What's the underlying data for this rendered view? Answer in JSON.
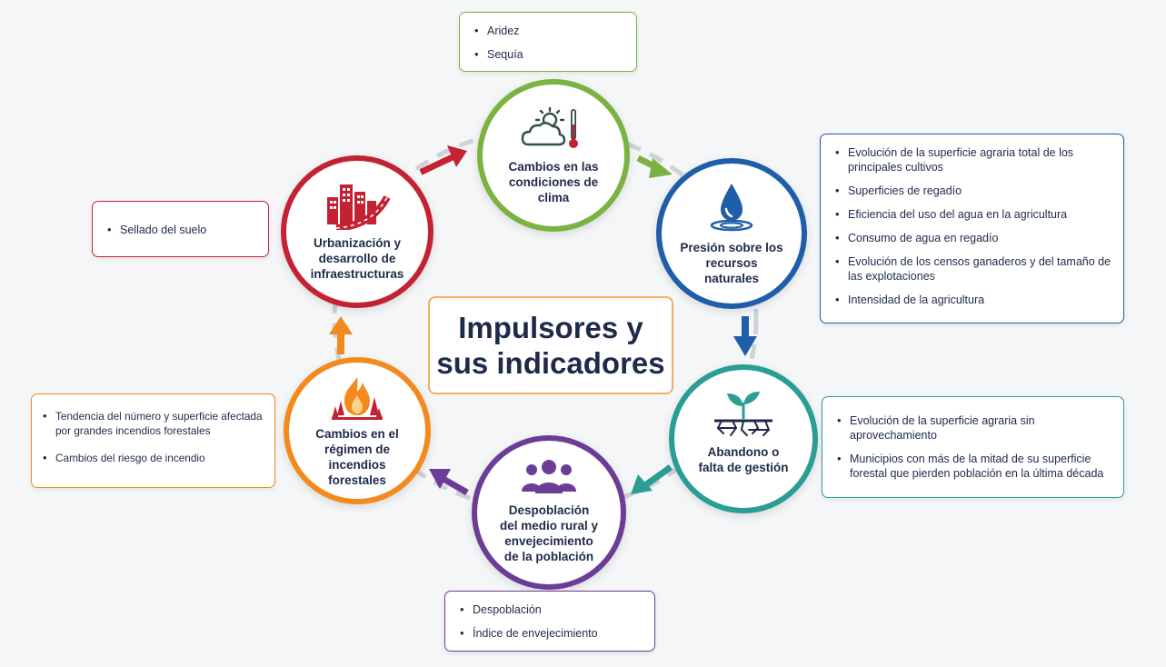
{
  "center_title": "Impulsores y\nsus indicadores",
  "colors": {
    "climate": "#7ab342",
    "water": "#1f5ea8",
    "abandon": "#2a9d95",
    "depop": "#6b3d96",
    "fire": "#f28a1e",
    "urban": "#c42232",
    "ring": "#cfd2d6",
    "text": "#1d2a4a"
  },
  "nodes": {
    "climate": {
      "label": "Cambios en las\ncondiciones de\nclima",
      "icon": "cloud-sun-thermometer-icon"
    },
    "water": {
      "label": "Presión sobre los\nrecursos\nnaturales",
      "icon": "water-drop-icon"
    },
    "abandon": {
      "label": "Abandono o\nfalta de gestión",
      "icon": "sprout-cracked-soil-icon"
    },
    "depop": {
      "label": "Despoblación\ndel medio rural y\nenvejecimiento\nde la población",
      "icon": "people-group-icon"
    },
    "fire": {
      "label": "Cambios en el\nrégimen de\nincendios\nforestales",
      "icon": "forest-fire-icon"
    },
    "urban": {
      "label": "Urbanización y\ndesarrollo de\ninfraestructuras",
      "icon": "city-road-icon"
    }
  },
  "indicators": {
    "climate": [
      "Aridez",
      "Sequía"
    ],
    "water": [
      "Evolución de la superficie agraria total de los principales cultivos",
      "Superficies de regadío",
      "Eficiencia del uso del agua en la agricultura",
      "Consumo de agua en regadío",
      "Evolución de los censos ganaderos y del tamaño de las explotaciones",
      "Intensidad de la agricultura"
    ],
    "abandon": [
      "Evolución de la superficie agraria sin aprovechamiento",
      "Municipios con más de la mitad de su superficie forestal que pierden población en la última década"
    ],
    "depop": [
      "Despoblación",
      "Índice de envejecimiento"
    ],
    "fire": [
      "Tendencia del número y superficie afectada por grandes incendios forestales",
      "Cambios del riesgo de incendio"
    ],
    "urban": [
      "Sellado del suelo"
    ]
  }
}
